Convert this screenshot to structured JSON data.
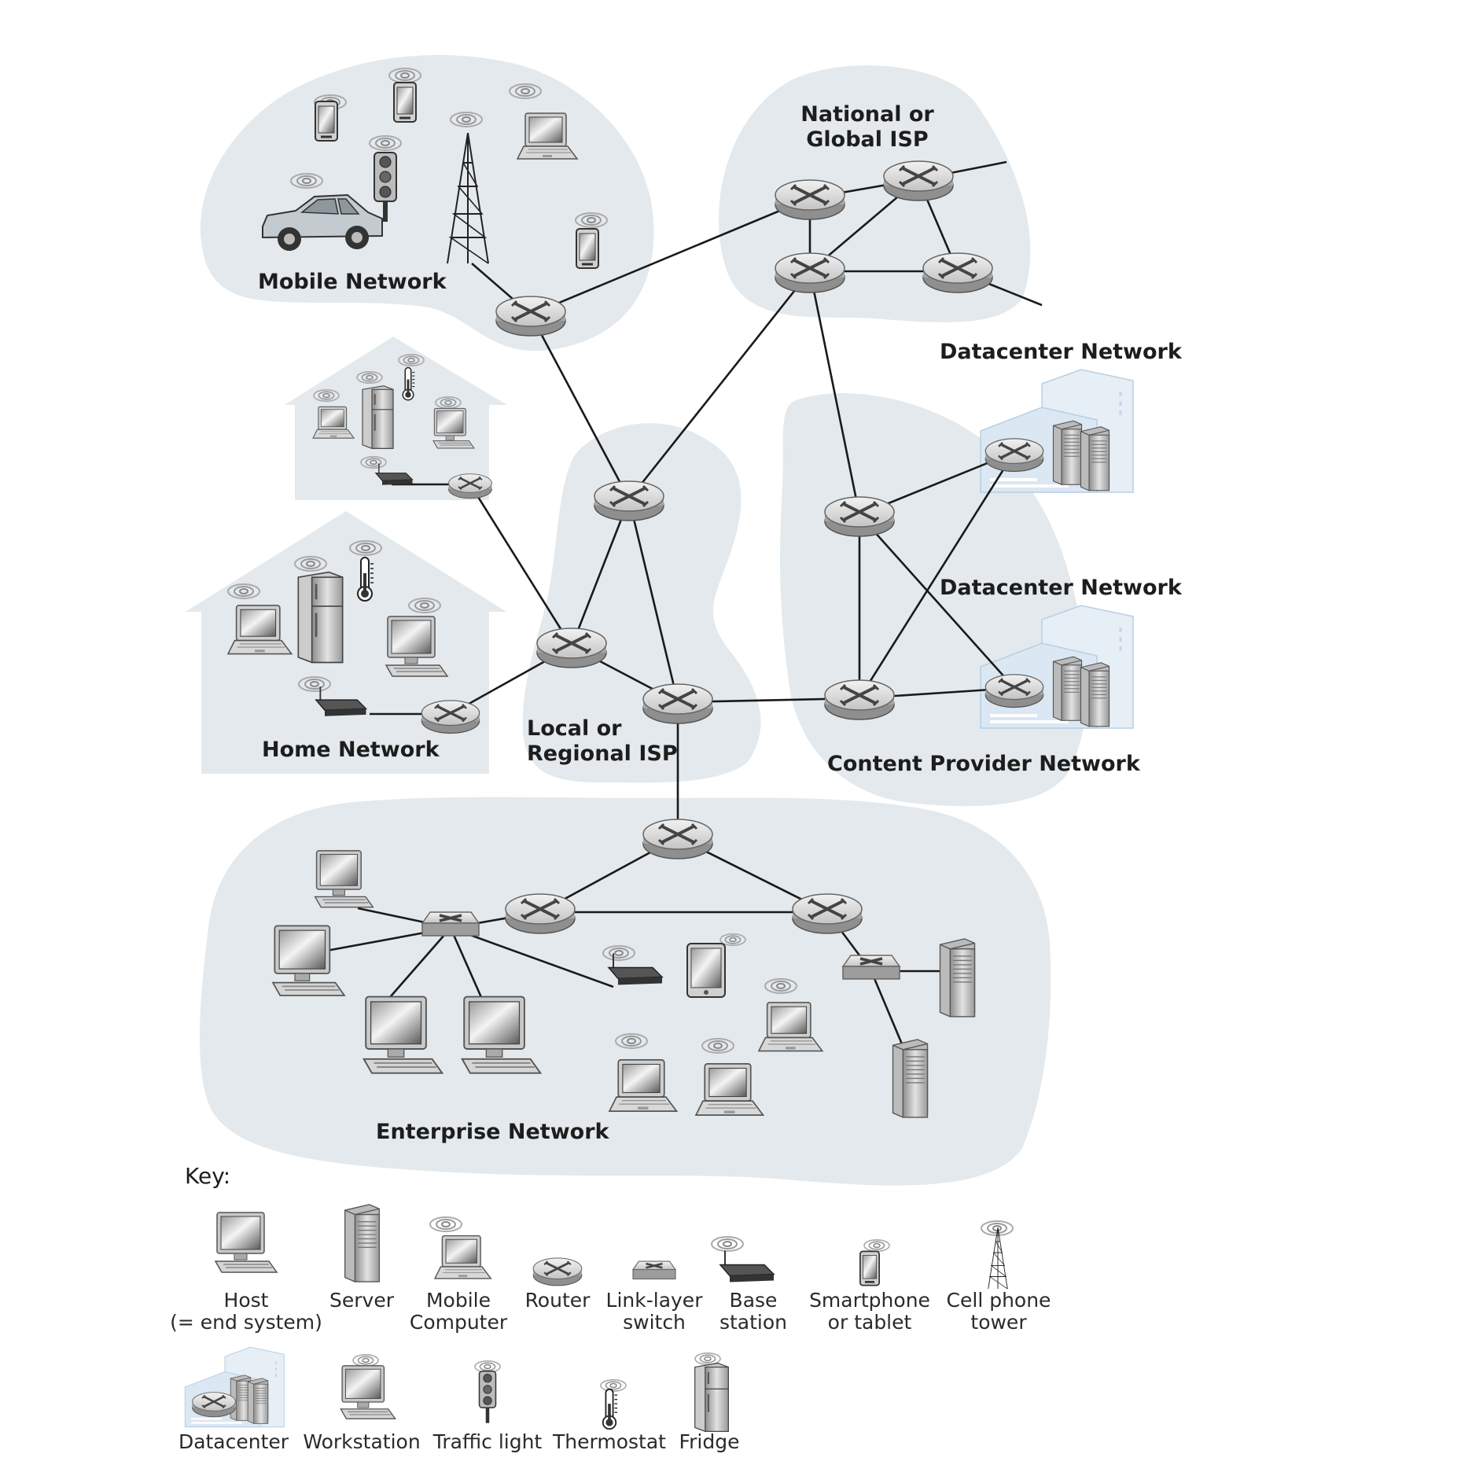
{
  "regions": {
    "mobile": "Mobile Network",
    "national_isp": [
      "National or",
      "Global ISP"
    ],
    "datacenter_top": "Datacenter Network",
    "datacenter_mid": "Datacenter Network",
    "content_provider": "Content Provider Network",
    "local_isp": [
      "Local or",
      "Regional ISP"
    ],
    "home": "Home Network",
    "enterprise": "Enterprise Network"
  },
  "key": {
    "title": "Key:",
    "items": [
      {
        "lines": [
          "Host",
          "(= end system)"
        ],
        "icon": "host-icon"
      },
      {
        "lines": [
          "Server"
        ],
        "icon": "server-icon"
      },
      {
        "lines": [
          "Mobile",
          "Computer"
        ],
        "icon": "mobile-computer-icon"
      },
      {
        "lines": [
          "Router"
        ],
        "icon": "router-icon"
      },
      {
        "lines": [
          "Link-layer",
          "switch"
        ],
        "icon": "switch-icon"
      },
      {
        "lines": [
          "Base",
          "station"
        ],
        "icon": "base-station-icon"
      },
      {
        "lines": [
          "Smartphone",
          "or tablet"
        ],
        "icon": "smartphone-icon"
      },
      {
        "lines": [
          "Cell phone",
          "tower"
        ],
        "icon": "cell-tower-icon"
      },
      {
        "lines": [
          "Datacenter"
        ],
        "icon": "datacenter-icon"
      },
      {
        "lines": [
          "Workstation"
        ],
        "icon": "workstation-icon"
      },
      {
        "lines": [
          "Traffic light"
        ],
        "icon": "traffic-light-icon"
      },
      {
        "lines": [
          "Thermostat"
        ],
        "icon": "thermostat-icon"
      },
      {
        "lines": [
          "Fridge"
        ],
        "icon": "fridge-icon"
      }
    ]
  },
  "colors": {
    "region_fill": "#e3e9ed",
    "link": "#1a1a1a",
    "router_body": "#b9b9b9",
    "label": "#1d1d1d"
  }
}
